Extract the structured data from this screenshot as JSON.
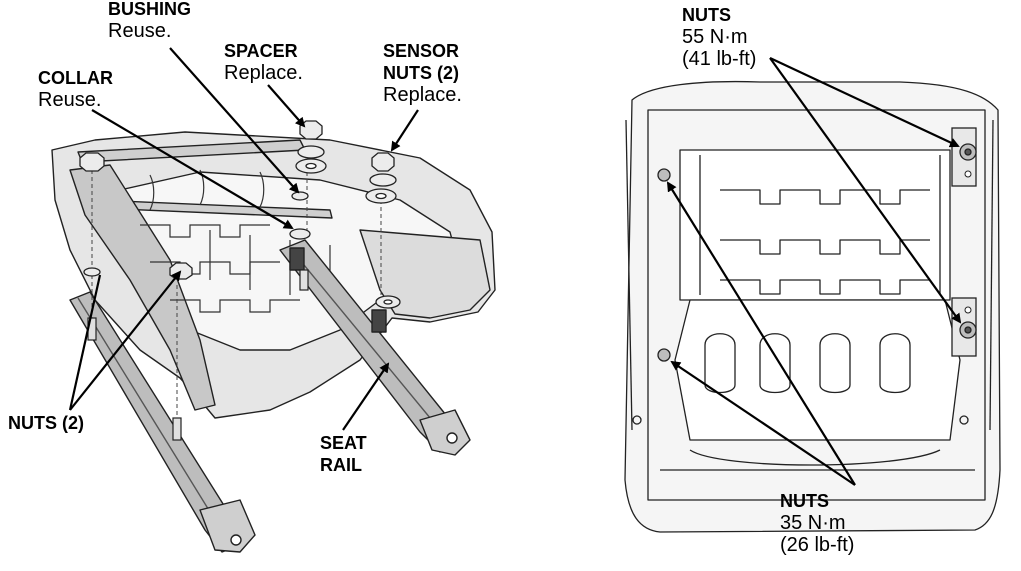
{
  "left_view": {
    "bushing": {
      "name": "BUSHING",
      "note": "Reuse."
    },
    "spacer": {
      "name": "SPACER",
      "note": "Replace."
    },
    "sensor_nuts": {
      "name_line1": "SENSOR",
      "name_line2": "NUTS (2)",
      "note": "Replace."
    },
    "collar": {
      "name": "COLLAR",
      "note": "Reuse."
    },
    "nuts": {
      "name": "NUTS (2)"
    },
    "seat_rail": {
      "name_line1": "SEAT",
      "name_line2": "RAIL"
    }
  },
  "right_view": {
    "upper_nuts": {
      "name": "NUTS",
      "torque_nm": "55 N·m",
      "torque_lbft": "(41 lb-ft)"
    },
    "lower_nuts": {
      "name": "NUTS",
      "torque_nm": "35 N·m",
      "torque_lbft": "(26 lb-ft)"
    }
  }
}
